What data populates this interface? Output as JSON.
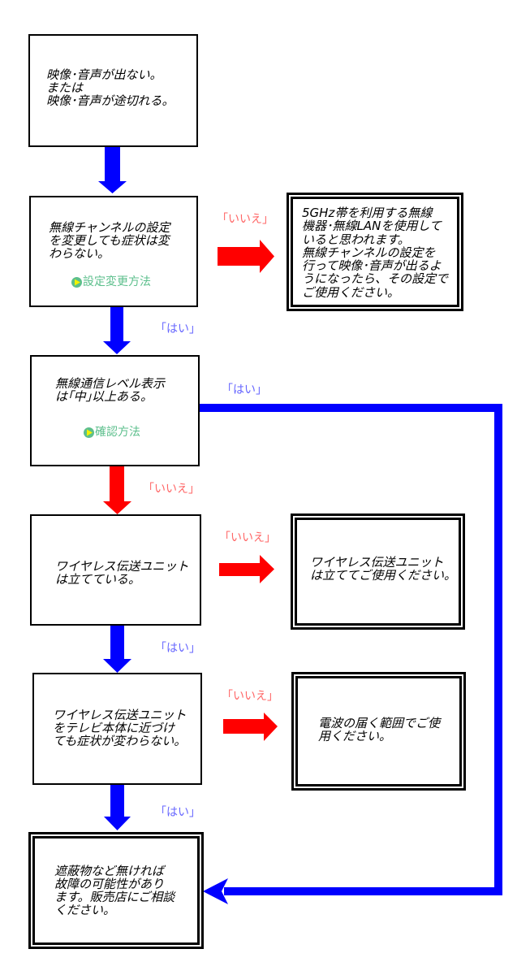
{
  "colors": {
    "yes_arrow": "#0000ff",
    "no_arrow": "#ff0000",
    "yes_label": "#6666ff",
    "no_label": "#ff6666",
    "link": "#5cbf8c"
  },
  "labels": {
    "yes": "「はい」",
    "no": "「いいえ」"
  },
  "flow": {
    "start": {
      "lines": [
        "映像･音声が出ない。",
        "または",
        "映像･音声が途切れる。"
      ]
    },
    "q1": {
      "lines": [
        "無線チャンネルの設定",
        "を変更しても症状は変",
        "わらない。"
      ],
      "link": "設定変更方法",
      "link_icon": "play-circle-icon"
    },
    "q1_no_result": {
      "lines": [
        "5GHz帯を利用する無線",
        "機器･無線LANを使用して",
        "いると思われます。",
        "無線チャンネルの設定を",
        "行って映像･音声が出るよ",
        "うになったら、その設定で",
        "ご使用ください。"
      ]
    },
    "q2": {
      "lines": [
        "無線通信レベル表示",
        "は｢中｣以上ある。"
      ],
      "link": "確認方法",
      "link_icon": "play-circle-icon"
    },
    "q3": {
      "lines": [
        "ワイヤレス伝送ユニット",
        "は立てている。"
      ]
    },
    "q3_no_result": {
      "lines": [
        "ワイヤレス伝送ユニット",
        "は立ててご使用ください。"
      ]
    },
    "q4": {
      "lines": [
        "ワイヤレス伝送ユニット",
        "をテレビ本体に近づけ",
        "ても症状が変わらない。"
      ]
    },
    "q4_no_result": {
      "lines": [
        "電波の届く範囲でご使",
        "用ください。"
      ]
    },
    "end": {
      "lines": [
        "遮蔽物など無ければ",
        "故障の可能性があり",
        "ます。販売店にご相談",
        "ください。"
      ]
    }
  }
}
